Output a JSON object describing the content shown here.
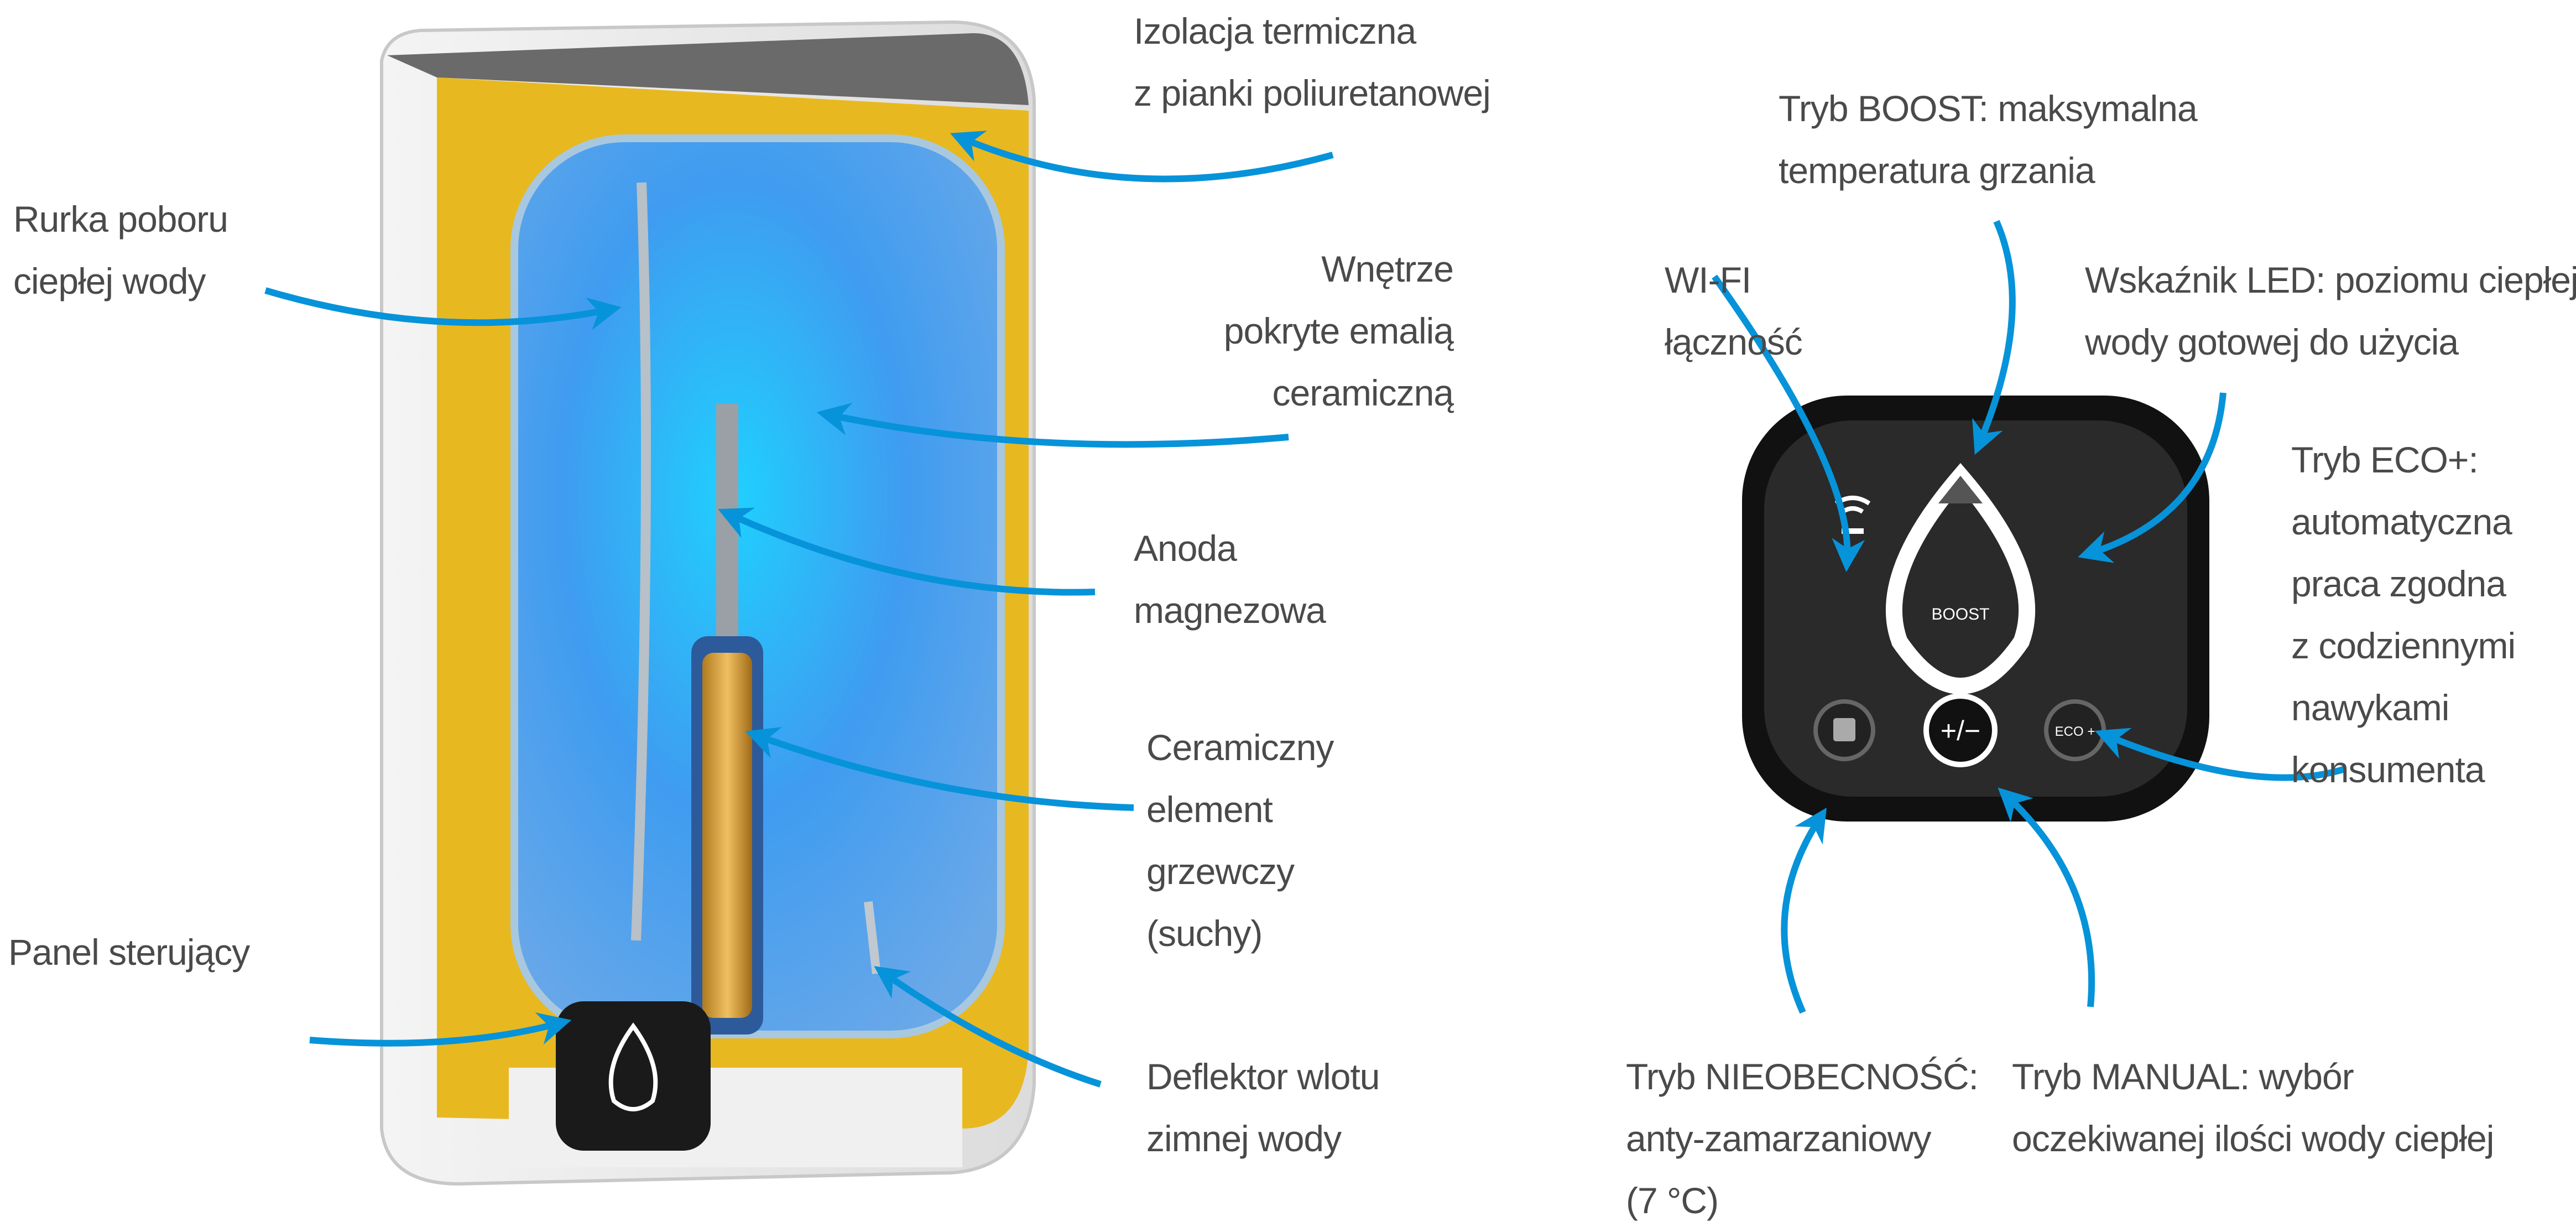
{
  "heater_labels": {
    "pipe": [
      "Rurka poboru",
      "ciepłej wody"
    ],
    "insulation": [
      "Izolacja termiczna",
      "z pianki poliuretanowej"
    ],
    "interior": [
      "Wnętrze",
      "pokryte emalią",
      "ceramiczną"
    ],
    "anode": [
      "Anoda",
      "magnezowa"
    ],
    "element": [
      "Ceramiczny",
      "element",
      "grzewczy",
      "(suchy)"
    ],
    "panel": [
      "Panel sterujący"
    ],
    "deflector": [
      "Deflektor wlotu",
      "zimnej wody"
    ]
  },
  "panel_labels": {
    "boost": [
      "Tryb BOOST: maksymalna",
      "temperatura grzania"
    ],
    "wifi": [
      "WI-FI",
      "łączność"
    ],
    "led": [
      "Wskaźnik LED: poziomu ciepłej",
      "wody gotowej do użycia"
    ],
    "eco": [
      "Tryb ECO+:",
      "automatyczna",
      "praca zgodna",
      "z codziennymi",
      "nawykami",
      "konsumenta"
    ],
    "absence": [
      "Tryb NIEOBECNOŚĆ:",
      "anty-zamarzaniowy",
      "(7 °C)"
    ],
    "manual": [
      "Tryb MANUAL: wybór",
      "oczekiwanej ilości wody ciepłej"
    ]
  },
  "control_panel": {
    "boost_button": "BOOST",
    "eco_button": "ECO +",
    "plus_minus_button": "+/−"
  },
  "colors": {
    "arrow": "#0693d9",
    "insulation": "#e8b820",
    "tank": "#4aa0f0",
    "text": "#4a4a4a"
  }
}
